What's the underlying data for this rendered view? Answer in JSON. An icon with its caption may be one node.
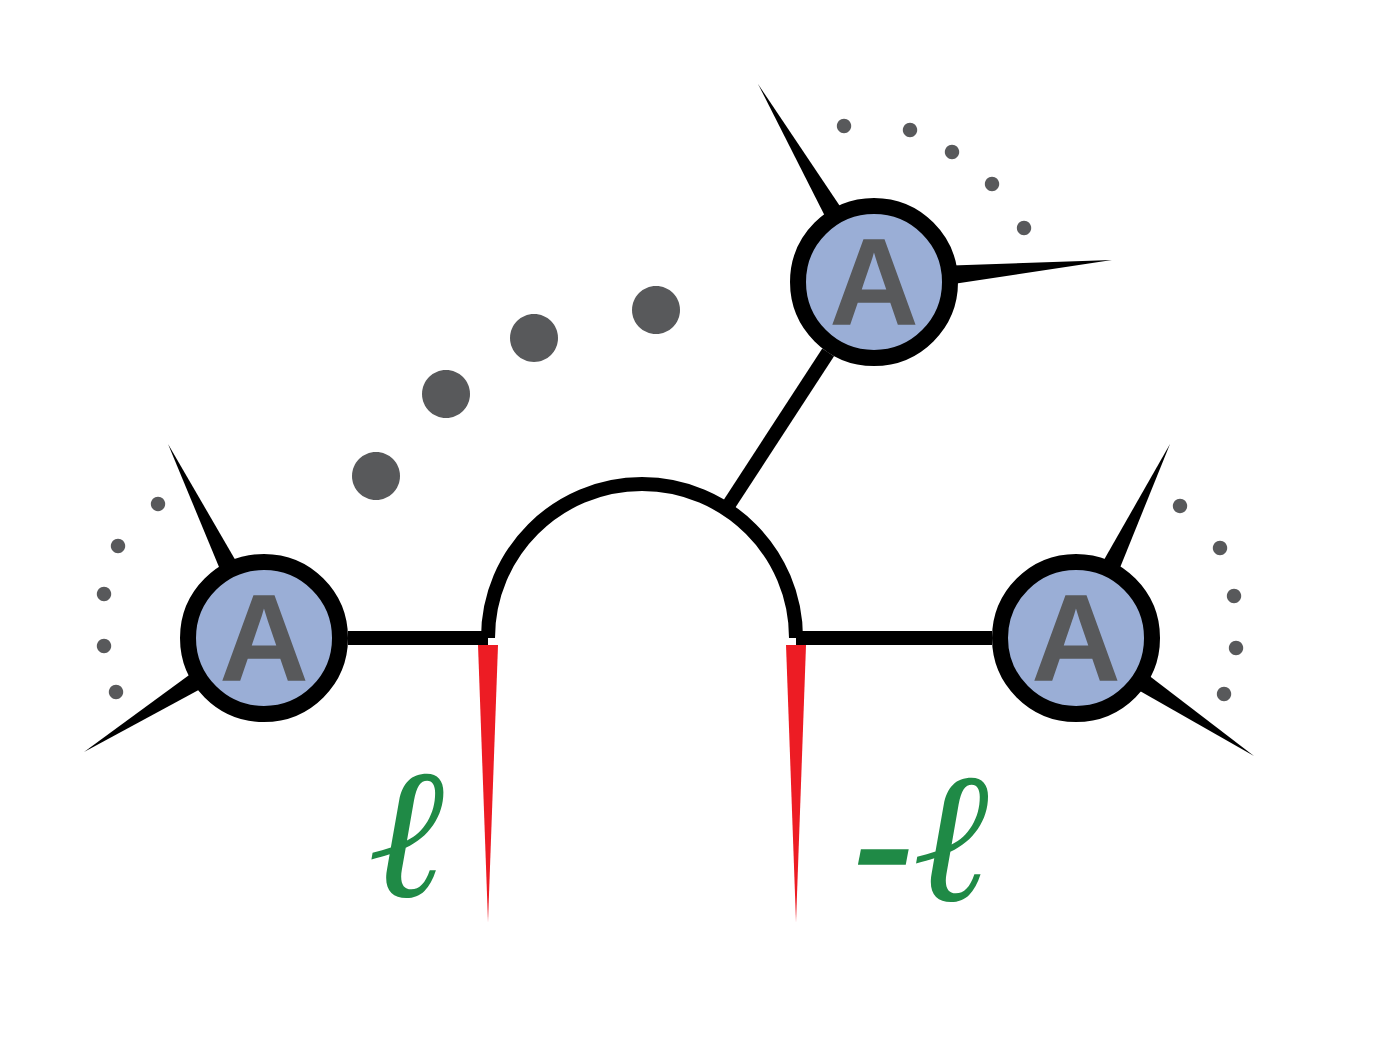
{
  "diagram": {
    "nodes": [
      {
        "text": [
          "A"
        ]
      },
      {
        "text": [
          "A"
        ]
      },
      {
        "text": [
          "A"
        ]
      },
      {
        "text": [],
        "shape": "semicircle"
      }
    ],
    "edges": [
      {
        "from": 0,
        "to": 3,
        "arrow": "none"
      },
      {
        "from": 3,
        "to": 1,
        "arrow": "none"
      },
      {
        "from": 3,
        "to": 2,
        "arrow": "none"
      }
    ],
    "labels": [
      "ℓ",
      "-ℓ"
    ]
  }
}
